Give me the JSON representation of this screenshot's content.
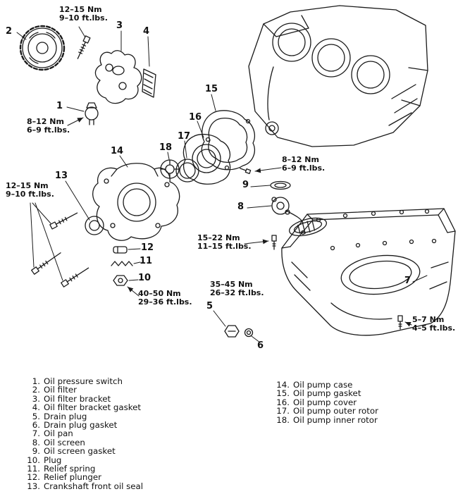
{
  "colors": {
    "ink": "#1a1a1a",
    "background": "#ffffff"
  },
  "callouts": [
    "1",
    "2",
    "3",
    "4",
    "5",
    "6",
    "7",
    "8",
    "9",
    "10",
    "11",
    "12",
    "13",
    "14",
    "15",
    "16",
    "17",
    "18"
  ],
  "torque_labels": [
    {
      "id": "filter-bracket-bolt",
      "nm": "12–15 Nm",
      "ftlbs": "9–10 ft.lbs."
    },
    {
      "id": "oil-pressure-switch",
      "nm": "8–12 Nm",
      "ftlbs": "6–9 ft.lbs."
    },
    {
      "id": "pump-case-bolts",
      "nm": "12–15 Nm",
      "ftlbs": "9–10 ft.lbs."
    },
    {
      "id": "pump-cover-bolt",
      "nm": "8–12 Nm",
      "ftlbs": "6–9 ft.lbs."
    },
    {
      "id": "oil-screen-bolt",
      "nm": "15–22 Nm",
      "ftlbs": "11–15 ft.lbs."
    },
    {
      "id": "relief-plug",
      "nm": "40–50 Nm",
      "ftlbs": "29–36 ft.lbs."
    },
    {
      "id": "drain-plug",
      "nm": "35–45 Nm",
      "ftlbs": "26–32 ft.lbs."
    },
    {
      "id": "oil-pan-bolt",
      "nm": "5–7 Nm",
      "ftlbs": "4–5 ft.lbs."
    }
  ],
  "legend": {
    "left": [
      {
        "n": "1.",
        "t": "Oil pressure switch"
      },
      {
        "n": "2.",
        "t": "Oil filter"
      },
      {
        "n": "3.",
        "t": "Oil filter bracket"
      },
      {
        "n": "4.",
        "t": "Oil filter bracket gasket"
      },
      {
        "n": "5.",
        "t": "Drain plug"
      },
      {
        "n": "6.",
        "t": "Drain plug gasket"
      },
      {
        "n": "7.",
        "t": "Oil pan"
      },
      {
        "n": "8.",
        "t": "Oil screen"
      },
      {
        "n": "9.",
        "t": "Oil screen gasket"
      },
      {
        "n": "10.",
        "t": "Plug"
      },
      {
        "n": "11.",
        "t": "Relief spring"
      },
      {
        "n": "12.",
        "t": "Relief plunger"
      },
      {
        "n": "13.",
        "t": "Crankshaft front oil seal"
      }
    ],
    "right": [
      {
        "n": "14.",
        "t": "Oil pump case"
      },
      {
        "n": "15.",
        "t": "Oil pump gasket"
      },
      {
        "n": "16.",
        "t": "Oil pump cover"
      },
      {
        "n": "17.",
        "t": "Oil pump outer rotor"
      },
      {
        "n": "18.",
        "t": "Oil pump inner rotor"
      }
    ]
  }
}
